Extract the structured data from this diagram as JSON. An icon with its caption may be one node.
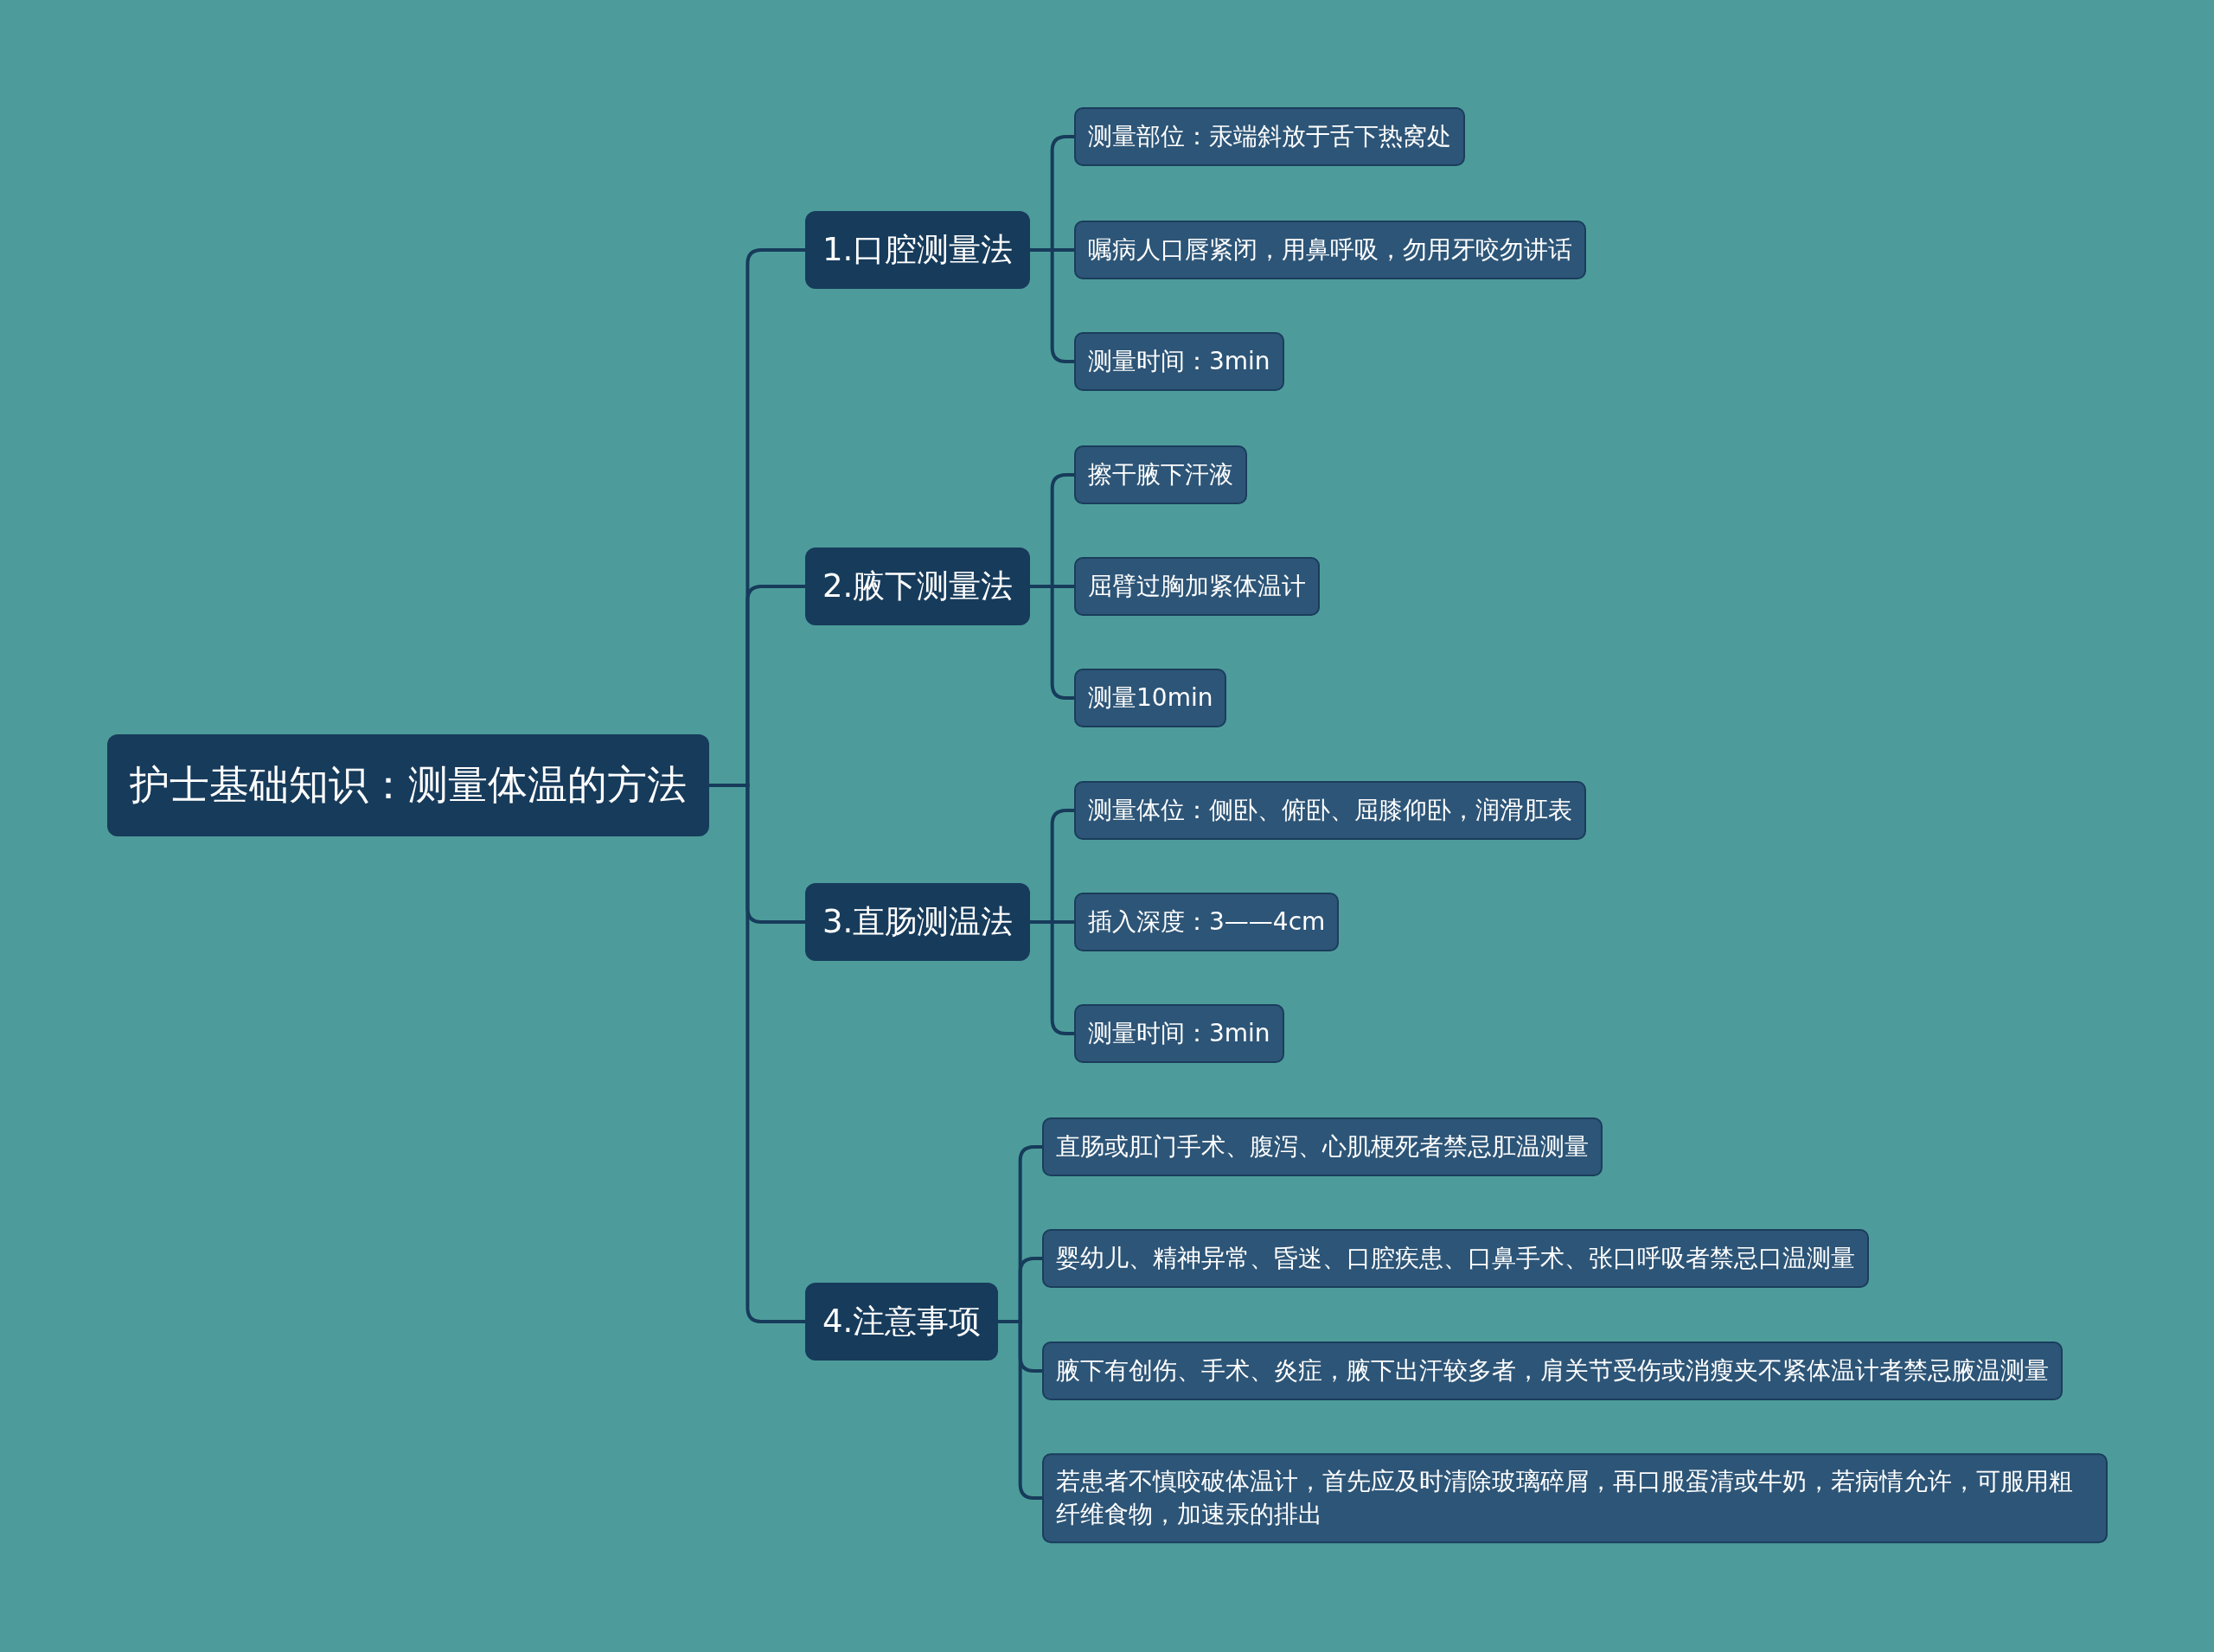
{
  "diagram": {
    "nodes": [
      {
        "text": [
          "护士基础知识：测量体温的方法"
        ]
      },
      {
        "text": [
          "1.口腔测量法"
        ]
      },
      {
        "text": [
          "测量部位：汞端斜放于舌下热窝处"
        ]
      },
      {
        "text": [
          "嘱病人口唇紧闭，用鼻呼吸，勿用牙咬勿讲话"
        ]
      },
      {
        "text": [
          "测量时间：3min"
        ]
      },
      {
        "text": [
          "2.腋下测量法"
        ]
      },
      {
        "text": [
          "擦干腋下汗液"
        ]
      },
      {
        "text": [
          "屈臂过胸加紧体温计"
        ]
      },
      {
        "text": [
          "测量10min"
        ]
      },
      {
        "text": [
          "3.直肠测温法"
        ]
      },
      {
        "text": [
          "测量体位：侧卧、俯卧、屈膝仰卧，润滑肛表"
        ]
      },
      {
        "text": [
          "插入深度：3——4cm"
        ]
      },
      {
        "text": [
          "测量时间：3min"
        ]
      },
      {
        "text": [
          "4.注意事项"
        ]
      },
      {
        "text": [
          "直肠或肛门手术、腹泻、心肌梗死者禁忌肛温测量"
        ]
      },
      {
        "text": [
          "婴幼儿、精神异常、昏迷、口腔疾患、口鼻手术、张口呼吸者禁忌口温测量"
        ]
      },
      {
        "text": [
          "腋下有创伤、手术、炎症，腋下出汗较多者，肩关节受伤或消瘦夹不紧体温计者禁忌腋温测量"
        ]
      },
      {
        "text": [
          "若患者不慎咬破体温计，首先应及时清除玻璃碎屑，再口服蛋清或牛奶，若病情允许，可服用粗纤维食物，加速汞的排出"
        ]
      }
    ],
    "edges": [
      {
        "from": 0,
        "to": 1,
        "arrow": "none"
      },
      {
        "from": 0,
        "to": 5,
        "arrow": "none"
      },
      {
        "from": 0,
        "to": 9,
        "arrow": "none"
      },
      {
        "from": 0,
        "to": 13,
        "arrow": "none"
      },
      {
        "from": 1,
        "to": 2,
        "arrow": "none"
      },
      {
        "from": 1,
        "to": 3,
        "arrow": "none"
      },
      {
        "from": 1,
        "to": 4,
        "arrow": "none"
      },
      {
        "from": 5,
        "to": 6,
        "arrow": "none"
      },
      {
        "from": 5,
        "to": 7,
        "arrow": "none"
      },
      {
        "from": 5,
        "to": 8,
        "arrow": "none"
      },
      {
        "from": 9,
        "to": 10,
        "arrow": "none"
      },
      {
        "from": 9,
        "to": 11,
        "arrow": "none"
      },
      {
        "from": 9,
        "to": 12,
        "arrow": "none"
      },
      {
        "from": 13,
        "to": 14,
        "arrow": "none"
      },
      {
        "from": 13,
        "to": 15,
        "arrow": "none"
      },
      {
        "from": 13,
        "to": 16,
        "arrow": "none"
      },
      {
        "from": 13,
        "to": 17,
        "arrow": "none"
      }
    ]
  }
}
